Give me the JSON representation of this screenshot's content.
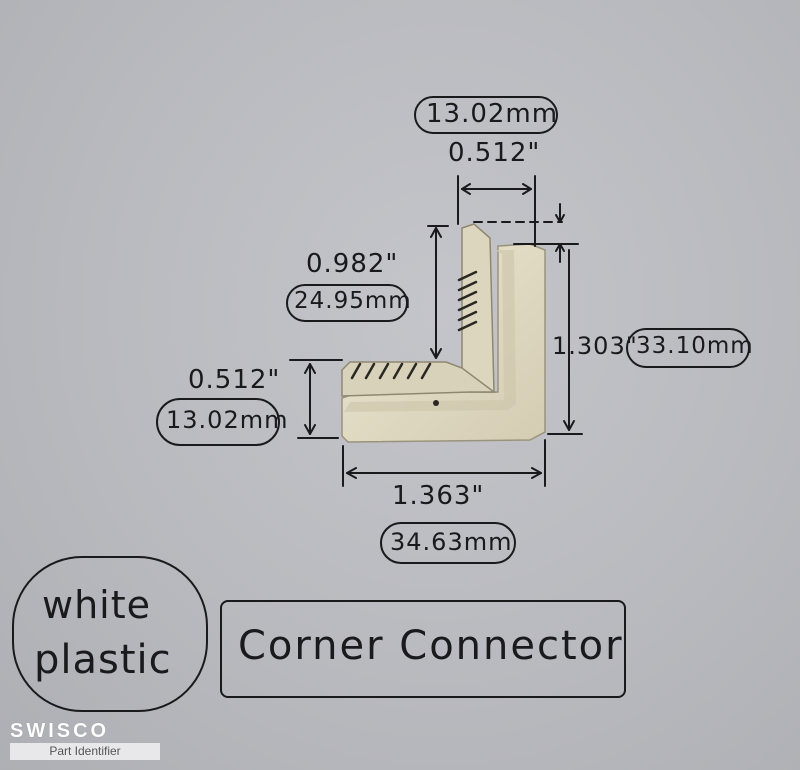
{
  "drawing": {
    "top_width": {
      "mm": "13.02mm",
      "in": "0.512\""
    },
    "vertical_arm": {
      "in": "0.982\"",
      "mm": "24.95mm"
    },
    "right_height": {
      "in": "1.303\"",
      "mm": "33.10mm"
    },
    "left_height": {
      "in": "0.512\"",
      "mm": "13.02mm"
    },
    "bottom_width": {
      "in": "1.363\"",
      "mm": "34.63mm"
    }
  },
  "notes": {
    "material": [
      "white",
      "plastic"
    ],
    "part_name": "Corner Connector"
  },
  "watermark": {
    "logo": "SWISCO",
    "subtitle": "Part Identifier"
  },
  "colors": {
    "paper": "#b9babf",
    "ink": "#1a1a1c",
    "part": "#e2dcc6"
  }
}
